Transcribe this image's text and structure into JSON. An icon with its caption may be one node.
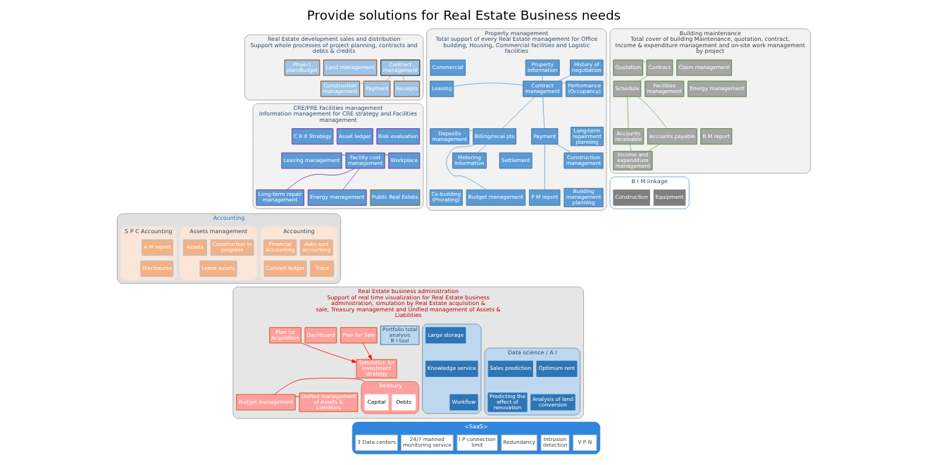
{
  "diagram": {
    "title": "Provide solutions for Real Estate Business needs",
    "nodes": [
      {
        "text": [
          "Real Estate development sales and distribution",
          "Support whole processes of project planning, contracts and debts & credits"
        ]
      },
      {
        "text": [
          "Project plan/Budget"
        ],
        "in": 0
      },
      {
        "text": [
          "Land management"
        ],
        "in": 0
      },
      {
        "text": [
          "Contract management"
        ],
        "in": 0
      },
      {
        "text": [
          "Construction management"
        ],
        "in": 0
      },
      {
        "text": [
          "Payment"
        ],
        "in": 0
      },
      {
        "text": [
          "Receipts"
        ],
        "in": 0
      },
      {
        "text": [
          "CRE/PRE Facilities management",
          "Information management for CRE strategy and Facilities management"
        ]
      },
      {
        "text": [
          "C R E Strategy"
        ],
        "in": 7
      },
      {
        "text": [
          "Asset ledger"
        ],
        "in": 7
      },
      {
        "text": [
          "Risk evaluation"
        ],
        "in": 7
      },
      {
        "text": [
          "Leasing management"
        ],
        "in": 7
      },
      {
        "text": [
          "Facility cost management"
        ],
        "in": 7
      },
      {
        "text": [
          "Workplace"
        ],
        "in": 7
      },
      {
        "text": [
          "Long-term repair management"
        ],
        "in": 7
      },
      {
        "text": [
          "Energy management"
        ],
        "in": 7
      },
      {
        "text": [
          "Public Real Estate"
        ],
        "in": 7
      },
      {
        "text": [
          "Property management",
          "Total support of every Real Estate management for Office building, Housing, Commercial facilities and Logistic facilities"
        ]
      },
      {
        "text": [
          "Commercial"
        ],
        "in": 17
      },
      {
        "text": [
          "Leasing"
        ],
        "in": 17
      },
      {
        "text": [
          "Deposits management"
        ],
        "in": 17
      },
      {
        "text": [
          "Metering information"
        ],
        "in": 17
      },
      {
        "text": [
          "Co-building (Prorating)"
        ],
        "in": 17
      },
      {
        "text": [
          "Property information"
        ],
        "in": 17
      },
      {
        "text": [
          "Contract management"
        ],
        "in": 17
      },
      {
        "text": [
          "Billing/recei pts"
        ],
        "in": 17
      },
      {
        "text": [
          "Settlement"
        ],
        "in": 17
      },
      {
        "text": [
          "Payment"
        ],
        "in": 17
      },
      {
        "text": [
          "Budget management"
        ],
        "in": 17
      },
      {
        "text": [
          "P M report"
        ],
        "in": 17
      },
      {
        "text": [
          "History of negotiation"
        ],
        "in": 17
      },
      {
        "text": [
          "Performance (Occupancy)"
        ],
        "in": 17
      },
      {
        "text": [
          "Long-term repairment planning"
        ],
        "in": 17
      },
      {
        "text": [
          "Construction management"
        ],
        "in": 17
      },
      {
        "text": [
          "Building management planning"
        ],
        "in": 17
      },
      {
        "text": [
          "Building maintenance",
          "Total cover of building Maintenance, quotation, contract, Income & expenditure management and on-site work management by project"
        ]
      },
      {
        "text": [
          "Quotation"
        ],
        "in": 35
      },
      {
        "text": [
          "Contract"
        ],
        "in": 35
      },
      {
        "text": [
          "Claim management"
        ],
        "in": 35
      },
      {
        "text": [
          "Schedule"
        ],
        "in": 35
      },
      {
        "text": [
          "Facilities management"
        ],
        "in": 35
      },
      {
        "text": [
          "Energy management"
        ],
        "in": 35
      },
      {
        "text": [
          "Accounts receivable"
        ],
        "in": 35
      },
      {
        "text": [
          "Accounts payable"
        ],
        "in": 35
      },
      {
        "text": [
          "B M report"
        ],
        "in": 35
      },
      {
        "text": [
          "Income and expenditure management"
        ],
        "in": 35
      },
      {
        "text": [
          "B I M linkage"
        ]
      },
      {
        "text": [
          "Construction"
        ],
        "in": 46
      },
      {
        "text": [
          "Equipment"
        ],
        "in": 46
      },
      {
        "text": [
          "Accounting"
        ]
      },
      {
        "text": [
          "Accounting"
        ],
        "in": 49
      },
      {
        "text": [
          "Financial Accounting"
        ],
        "in": 50
      },
      {
        "text": [
          "Auto-sort accounting"
        ],
        "in": 50
      },
      {
        "text": [
          "Convert ledger"
        ],
        "in": 50
      },
      {
        "text": [
          "Trace"
        ],
        "in": 50
      },
      {
        "text": [
          "Assets management"
        ],
        "in": 49
      },
      {
        "text": [
          "Assets"
        ],
        "in": 55
      },
      {
        "text": [
          "Construction in progress"
        ],
        "in": 55
      },
      {
        "text": [
          "Lease assets"
        ],
        "in": 55
      },
      {
        "text": [
          "S P C Accounting"
        ],
        "in": 49
      },
      {
        "text": [
          "A M report"
        ],
        "in": 59
      },
      {
        "text": [
          "Disclosures"
        ],
        "in": 59
      },
      {
        "text": [
          "Real Estate business administration",
          "Support of real time visualization for Real Estate business administration, simulation by Real Estate acquisition & sale, Treasury management and Unified management of Assets & Liabilities"
        ]
      },
      {
        "text": [
          "Plan for Acquisition"
        ],
        "in": 62
      },
      {
        "text": [
          "Dashboard"
        ],
        "in": 62
      },
      {
        "text": [
          "Plan for Sale"
        ],
        "in": 62
      },
      {
        "text": [
          "Simulation for investment strategy"
        ],
        "in": 62
      },
      {
        "text": [
          "Treasury"
        ],
        "in": 62
      },
      {
        "text": [
          "Capital"
        ],
        "in": 67
      },
      {
        "text": [
          "Debts"
        ],
        "in": 67
      },
      {
        "text": [
          "Budget management"
        ],
        "in": 62
      },
      {
        "text": [
          "Unified management of Assets & Liabilities"
        ],
        "in": 62
      },
      {
        "text": [
          "Portfolio total analysis",
          "B I tool"
        ],
        "in": 62
      },
      {
        "text": [
          "Data science / A I"
        ],
        "in": 62
      },
      {
        "text": [
          "Sales prediction"
        ],
        "in": 73
      },
      {
        "text": [
          "Optimum rent"
        ],
        "in": 73
      },
      {
        "text": [
          "Predicting the effect of renovation"
        ],
        "in": 73
      },
      {
        "text": [
          "Analysis of land conversion"
        ],
        "in": 73
      },
      {
        "text": [],
        "shape": "box",
        "in": 62
      },
      {
        "text": [
          "Large storage"
        ],
        "in": 78
      },
      {
        "text": [
          "Knowledge service"
        ],
        "in": 78
      },
      {
        "text": [
          "Workflow"
        ],
        "in": 78
      },
      {
        "text": [
          "<SaaS>"
        ]
      },
      {
        "text": [
          "3 Data centers"
        ],
        "in": 82
      },
      {
        "text": [
          "24/7 manned monitoring service"
        ],
        "in": 82
      },
      {
        "text": [
          "I P connection limit"
        ],
        "in": 82
      },
      {
        "text": [
          "Redundancy"
        ],
        "in": 82
      },
      {
        "text": [
          "Intrusion detection"
        ],
        "in": 82
      },
      {
        "text": [
          "V P N"
        ],
        "in": 82
      }
    ],
    "edges": [
      {
        "from": 4,
        "to": 5,
        "arrow": "none",
        "color": "#f08a3c"
      },
      {
        "from": 5,
        "to": 3,
        "arrow": "none",
        "color": "#f08a3c"
      },
      {
        "from": 6,
        "to": 3,
        "arrow": "none",
        "color": "#f08a3c"
      },
      {
        "from": 11,
        "to": 12,
        "arrow": "none",
        "color": "#7030a0"
      },
      {
        "from": 12,
        "to": 13,
        "arrow": "none",
        "color": "#7030a0"
      },
      {
        "from": 12,
        "to": 14,
        "arrow": "none",
        "color": "#7030a0"
      },
      {
        "from": 12,
        "to": 15,
        "arrow": "none",
        "color": "#7030a0"
      },
      {
        "from": 23,
        "to": 24,
        "arrow": "none"
      },
      {
        "from": 19,
        "to": 24,
        "arrow": "none"
      },
      {
        "from": 20,
        "to": 25,
        "arrow": "none"
      },
      {
        "from": 21,
        "to": 25,
        "arrow": "none"
      },
      {
        "from": 24,
        "to": 25,
        "arrow": "none"
      },
      {
        "from": 24,
        "to": 27,
        "arrow": "none"
      },
      {
        "from": 25,
        "to": 28,
        "arrow": "none"
      },
      {
        "from": 27,
        "to": 29,
        "arrow": "none"
      },
      {
        "from": 24,
        "to": 30,
        "arrow": "none"
      },
      {
        "from": 24,
        "to": 31,
        "arrow": "none"
      },
      {
        "from": 27,
        "to": 33,
        "arrow": "none"
      },
      {
        "from": 36,
        "to": 37,
        "arrow": "none",
        "color": "#70ad47"
      },
      {
        "from": 37,
        "to": 39,
        "arrow": "none",
        "color": "#70ad47"
      },
      {
        "from": 39,
        "to": 42,
        "arrow": "none",
        "color": "#70ad47"
      },
      {
        "from": 39,
        "to": 43,
        "arrow": "none",
        "color": "#70ad47"
      },
      {
        "from": 42,
        "to": 45,
        "arrow": "none",
        "color": "#70ad47"
      },
      {
        "from": 43,
        "to": 45,
        "arrow": "none",
        "color": "#70ad47"
      },
      {
        "from": 63,
        "to": 66,
        "arrow": "to",
        "color": "#ff0000"
      },
      {
        "from": 65,
        "to": 66,
        "arrow": "to",
        "color": "#ff0000"
      },
      {
        "from": 67,
        "to": 70,
        "arrow": "none",
        "color": "#ff0000"
      },
      {
        "from": 70,
        "to": 71,
        "arrow": "none",
        "color": "#ff0000"
      }
    ]
  }
}
